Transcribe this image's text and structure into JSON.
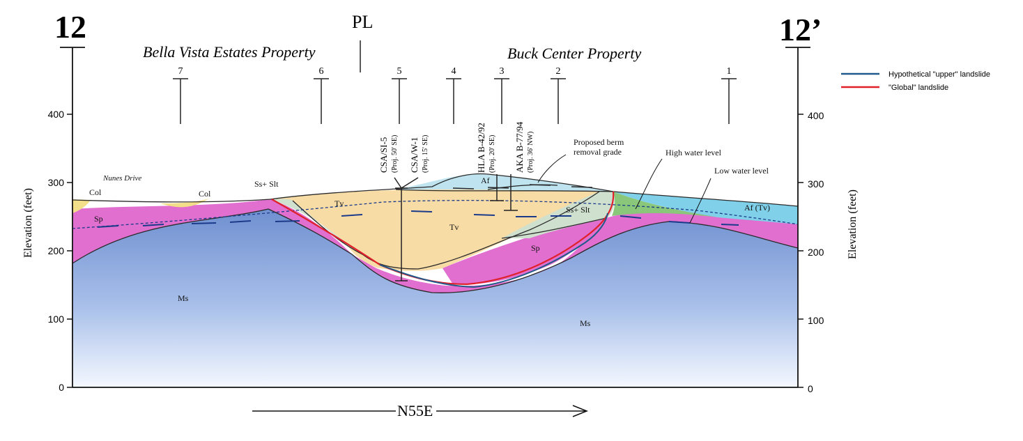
{
  "section": {
    "start_label": "12",
    "end_label": "12’",
    "property_line_symbol": "PL",
    "direction_label": "N55E",
    "left_property": "Bella Vista Estates Property",
    "right_property": "Buck Center Property"
  },
  "axis": {
    "left_title": "Elevation (feet)",
    "right_title": "Elevation (feet)",
    "ticks": [
      "0",
      "100",
      "200",
      "300",
      "400"
    ]
  },
  "stations": [
    "7",
    "6",
    "5",
    "4",
    "3",
    "2",
    "1"
  ],
  "borings": [
    {
      "name": "CSA/SI-5",
      "note": "(Proj. 50' SE)"
    },
    {
      "name": "CSA/W-1",
      "note": "(Proj. 15' SE)"
    },
    {
      "name": "HLA B-42/92",
      "note": "(Proj. 20' SE)"
    },
    {
      "name": "AKA B-77/94",
      "note": "(Proj. 36' NW)"
    }
  ],
  "units": {
    "col_left": "Col",
    "col_right": "Col",
    "nunes_drive": "Nunes Drive",
    "sp_left": "Sp",
    "ss_slt_left": "Ss+ Slt",
    "tv_upper": "Tv",
    "tv_lower": "Tv",
    "af": "Af",
    "ss_slt_right": "Ss+ Slt",
    "sp_right": "Sp",
    "af_tv": "Af (Tv)",
    "ms_left": "Ms",
    "ms_right": "Ms"
  },
  "annotations": {
    "berm": [
      "Proposed berm",
      "removal grade"
    ],
    "high_water": "High water level",
    "low_water": "Low water level"
  },
  "legend": {
    "items": [
      {
        "label": "Hypothetical \"upper\" landslide",
        "color": "#1f5a8a"
      },
      {
        "label": "\"Global\" landslide",
        "color": "#e0202a"
      }
    ]
  },
  "colors": {
    "ms": "#7f9fd6",
    "sp": "#e06fcf",
    "tv": "#f7dca6",
    "af": "#bfe4ef",
    "ss_slt": "#cfe0cf",
    "green": "#8ac77a",
    "cyan": "#7fd0e8",
    "col": "#f3df8a"
  }
}
